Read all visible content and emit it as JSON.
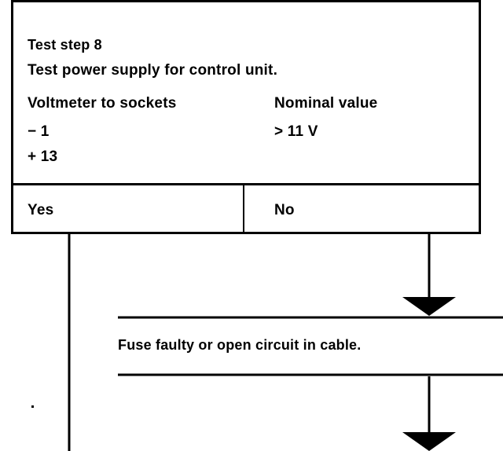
{
  "test_step": {
    "title": "Test step 8",
    "instruction": "Test power supply for control unit."
  },
  "measurement": {
    "left_header": "Voltmeter to sockets",
    "left_values": [
      "− 1",
      "+ 13"
    ],
    "right_header": "Nominal value",
    "right_values": [
      "> 11 V"
    ]
  },
  "decision": {
    "yes_label": "Yes",
    "no_label": "No"
  },
  "result": {
    "text": "Fuse faulty or open circuit in cable."
  },
  "colors": {
    "line": "#000000",
    "background": "#ffffff"
  }
}
